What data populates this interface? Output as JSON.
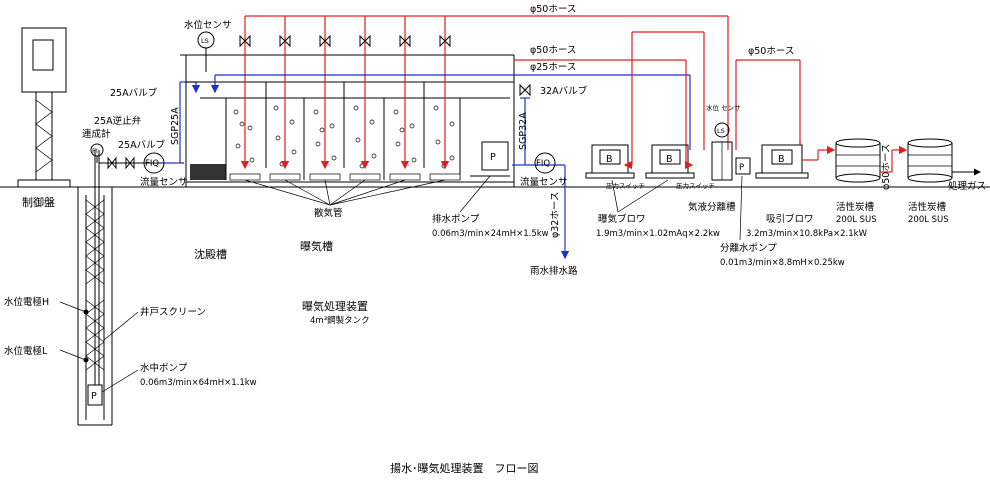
{
  "labels": {
    "level_sensor": "水位センサ",
    "ls": "LS",
    "hose50_1": "φ50ホース",
    "hose50_2": "φ50ホース",
    "hose50_3": "φ50ホース",
    "hose25": "φ25ホース",
    "hose32": "φ32ホース",
    "hose50_v": "φ50ホース",
    "valve25": "25Aバルブ",
    "valve25_b": "25Aバルブ",
    "valve32": "32Aバルブ",
    "check_valve": "25A逆止弁",
    "pressure_gauge": "連成計",
    "pi": "PI",
    "sgp25": "SGP25A",
    "sgp32": "SGP32A",
    "fiq": "FIQ",
    "flow_sensor_1": "流量センサ",
    "flow_sensor_2": "流量センサ",
    "control_panel": "制御盤",
    "diffuser": "散気管",
    "settling_tank": "沈殿槽",
    "aeration_tank": "曝気槽",
    "drain_pump": "排水ポンプ",
    "drain_pump_spec": "0.06m3/min×24mH×1.5kw",
    "rain_drain": "雨水排水路",
    "aeration_blower": "曝気ブロワ",
    "aeration_blower_spec": "1.9m3/min×1.02mAq×2.2kw",
    "pressure_switch_1": "圧力スイッチ",
    "pressure_switch_2": "圧力スイッチ",
    "gas_liquid_sep": "気液分離槽",
    "level_sensor_2": "水位 センサ",
    "suction_blower": "吸引ブロワ",
    "suction_blower_spec": "3.2m3/min×10.8kPa×2.1kW",
    "sep_pump": "分離水ポンプ",
    "sep_pump_spec": "0.01m3/min×8.8mH×0.25kw",
    "carbon_1": "活性炭槽",
    "carbon_1_spec": "200L SUS",
    "carbon_2": "活性炭槽",
    "carbon_2_spec": "200L SUS",
    "exhaust": "処理ガス",
    "device_title": "曝気処理装置",
    "device_sub": "4m³鋼製タンク",
    "level_h": "水位電極H",
    "level_l": "水位電極L",
    "screen": "井戸スクリーン",
    "sub_pump": "水中ポンプ",
    "sub_pump_spec": "0.06m3/min×64mH×1.1kw",
    "pump_p": "P",
    "blower_b": "B",
    "caption": "揚水･曝気処理装置　フロー図"
  },
  "colors": {
    "air_line": "#e02020",
    "water_line": "#1a2fd6",
    "line": "#000000"
  }
}
